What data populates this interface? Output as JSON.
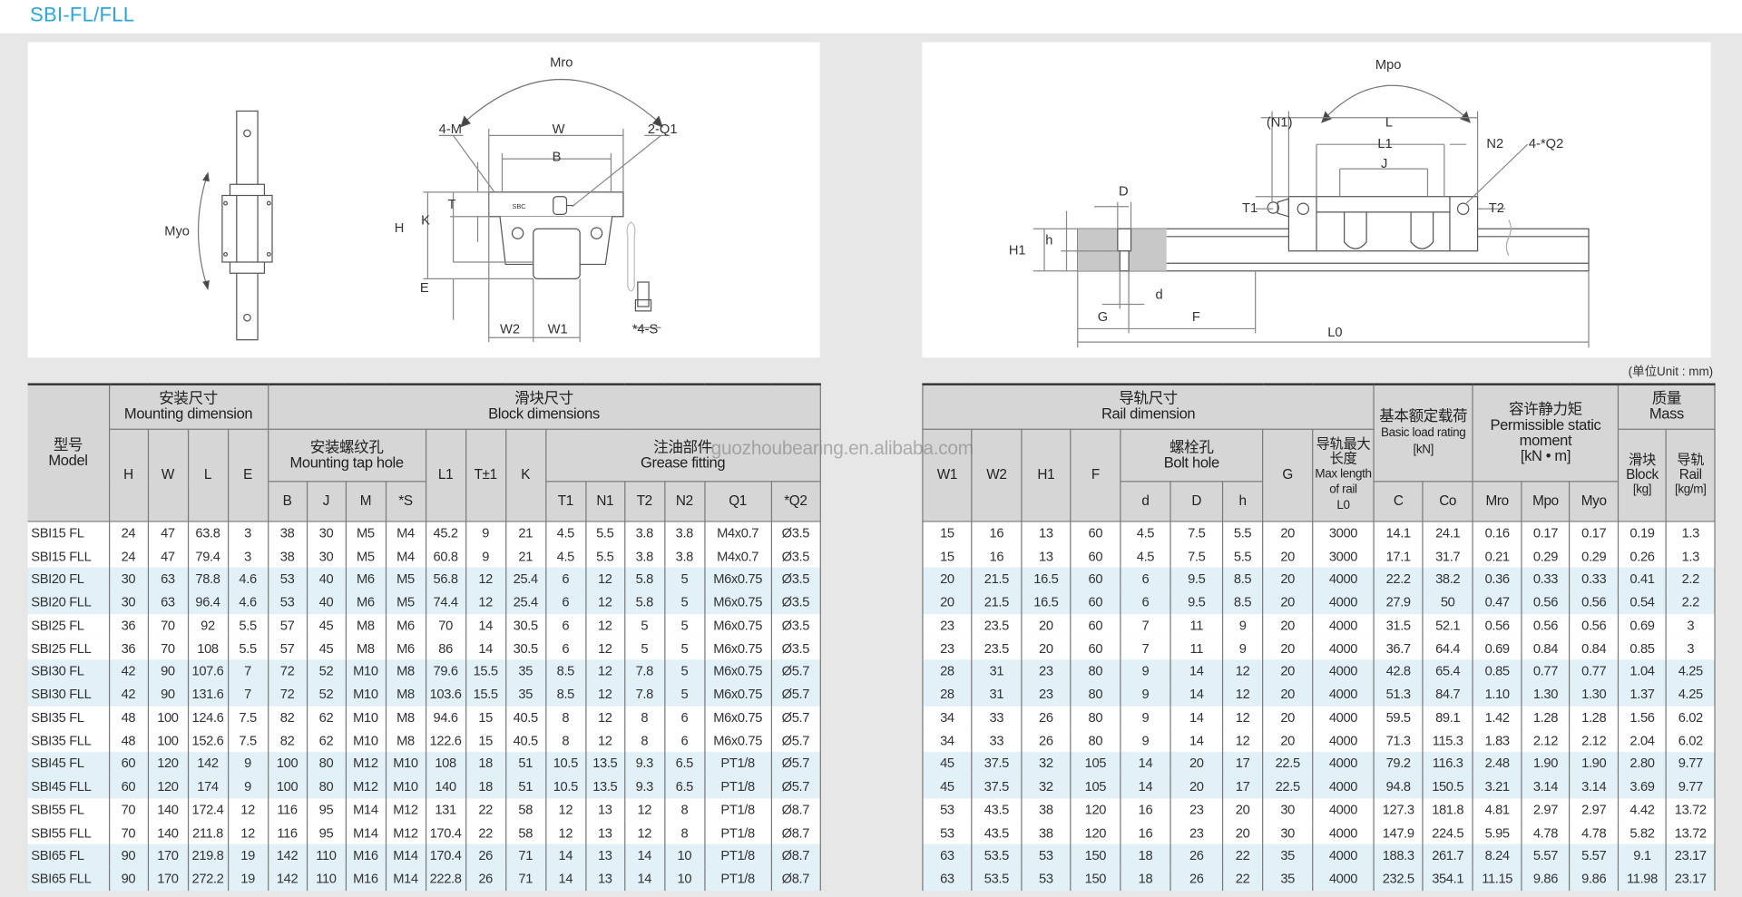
{
  "title": "SBI-FL/FLL",
  "unit_label": "(单位Unit : mm)",
  "watermark": "guozhoubearing.en.alibaba.com",
  "colors": {
    "title": "#2aa6dc",
    "header_bg": "#d6d6d6",
    "row_band": "#e2f0f8",
    "page_bg": "#e7e7e7"
  },
  "diagram_left": {
    "myo": "Myo",
    "mro": "Mro",
    "m4": "4-M",
    "w": "W",
    "q1": "2-Q1",
    "b": "B",
    "t": "T",
    "h": "H",
    "k": "K",
    "e": "E",
    "w2": "W2",
    "w1": "W1",
    "s4": "*4-S",
    "logo": "SBC"
  },
  "diagram_right": {
    "mpo": "Mpo",
    "n1": "(N1)",
    "l": "L",
    "l1": "L1",
    "n2": "N2",
    "q2": "4-*Q2",
    "j": "J",
    "d_big": "D",
    "t1": "T1",
    "t2": "T2",
    "h1": "H1",
    "h": "h",
    "d": "d",
    "g": "G",
    "f": "F",
    "l0": "L0"
  },
  "left_table": {
    "model_cn": "型号",
    "model_en": "Model",
    "mounting_cn": "安装尺寸",
    "mounting_en": "Mounting dimension",
    "block_cn": "滑块尺寸",
    "block_en": "Block dimensions",
    "tap_cn": "安装螺纹孔",
    "tap_en": "Mounting tap hole",
    "grease_cn": "注油部件",
    "grease_en": "Grease fitting",
    "cols": {
      "H": "H",
      "W": "W",
      "L": "L",
      "E": "E",
      "B": "B",
      "J": "J",
      "M": "M",
      "S": "*S",
      "L1": "L1",
      "T": "T±1",
      "K": "K",
      "T1": "T1",
      "N1": "N1",
      "T2": "T2",
      "N2": "N2",
      "Q1": "Q1",
      "Q2": "*Q2"
    },
    "rows": [
      [
        "SBI15 FL",
        "24",
        "47",
        "63.8",
        "3",
        "38",
        "30",
        "M5",
        "M4",
        "45.2",
        "9",
        "21",
        "4.5",
        "5.5",
        "3.8",
        "3.8",
        "M4x0.7",
        "Ø3.5"
      ],
      [
        "SBI15 FLL",
        "24",
        "47",
        "79.4",
        "3",
        "38",
        "30",
        "M5",
        "M4",
        "60.8",
        "9",
        "21",
        "4.5",
        "5.5",
        "3.8",
        "3.8",
        "M4x0.7",
        "Ø3.5"
      ],
      [
        "SBI20 FL",
        "30",
        "63",
        "78.8",
        "4.6",
        "53",
        "40",
        "M6",
        "M5",
        "56.8",
        "12",
        "25.4",
        "6",
        "12",
        "5.8",
        "5",
        "M6x0.75",
        "Ø3.5"
      ],
      [
        "SBI20 FLL",
        "30",
        "63",
        "96.4",
        "4.6",
        "53",
        "40",
        "M6",
        "M5",
        "74.4",
        "12",
        "25.4",
        "6",
        "12",
        "5.8",
        "5",
        "M6x0.75",
        "Ø3.5"
      ],
      [
        "SBI25 FL",
        "36",
        "70",
        "92",
        "5.5",
        "57",
        "45",
        "M8",
        "M6",
        "70",
        "14",
        "30.5",
        "6",
        "12",
        "5",
        "5",
        "M6x0.75",
        "Ø3.5"
      ],
      [
        "SBI25 FLL",
        "36",
        "70",
        "108",
        "5.5",
        "57",
        "45",
        "M8",
        "M6",
        "86",
        "14",
        "30.5",
        "6",
        "12",
        "5",
        "5",
        "M6x0.75",
        "Ø3.5"
      ],
      [
        "SBI30 FL",
        "42",
        "90",
        "107.6",
        "7",
        "72",
        "52",
        "M10",
        "M8",
        "79.6",
        "15.5",
        "35",
        "8.5",
        "12",
        "7.8",
        "5",
        "M6x0.75",
        "Ø5.7"
      ],
      [
        "SBI30 FLL",
        "42",
        "90",
        "131.6",
        "7",
        "72",
        "52",
        "M10",
        "M8",
        "103.6",
        "15.5",
        "35",
        "8.5",
        "12",
        "7.8",
        "5",
        "M6x0.75",
        "Ø5.7"
      ],
      [
        "SBI35 FL",
        "48",
        "100",
        "124.6",
        "7.5",
        "82",
        "62",
        "M10",
        "M8",
        "94.6",
        "15",
        "40.5",
        "8",
        "12",
        "8",
        "6",
        "M6x0.75",
        "Ø5.7"
      ],
      [
        "SBI35 FLL",
        "48",
        "100",
        "152.6",
        "7.5",
        "82",
        "62",
        "M10",
        "M8",
        "122.6",
        "15",
        "40.5",
        "8",
        "12",
        "8",
        "6",
        "M6x0.75",
        "Ø5.7"
      ],
      [
        "SBI45 FL",
        "60",
        "120",
        "142",
        "9",
        "100",
        "80",
        "M12",
        "M10",
        "108",
        "18",
        "51",
        "10.5",
        "13.5",
        "9.3",
        "6.5",
        "PT1/8",
        "Ø5.7"
      ],
      [
        "SBI45 FLL",
        "60",
        "120",
        "174",
        "9",
        "100",
        "80",
        "M12",
        "M10",
        "140",
        "18",
        "51",
        "10.5",
        "13.5",
        "9.3",
        "6.5",
        "PT1/8",
        "Ø5.7"
      ],
      [
        "SBI55 FL",
        "70",
        "140",
        "172.4",
        "12",
        "116",
        "95",
        "M14",
        "M12",
        "131",
        "22",
        "58",
        "12",
        "13",
        "12",
        "8",
        "PT1/8",
        "Ø8.7"
      ],
      [
        "SBI55 FLL",
        "70",
        "140",
        "211.8",
        "12",
        "116",
        "95",
        "M14",
        "M12",
        "170.4",
        "22",
        "58",
        "12",
        "13",
        "12",
        "8",
        "PT1/8",
        "Ø8.7"
      ],
      [
        "SBI65 FL",
        "90",
        "170",
        "219.8",
        "19",
        "142",
        "110",
        "M16",
        "M14",
        "170.4",
        "26",
        "71",
        "14",
        "13",
        "14",
        "10",
        "PT1/8",
        "Ø8.7"
      ],
      [
        "SBI65 FLL",
        "90",
        "170",
        "272.2",
        "19",
        "142",
        "110",
        "M16",
        "M14",
        "222.8",
        "26",
        "71",
        "14",
        "13",
        "14",
        "10",
        "PT1/8",
        "Ø8.7"
      ]
    ]
  },
  "right_table": {
    "rail_cn": "导轨尺寸",
    "rail_en": "Rail dimension",
    "load_cn": "基本额定载荷",
    "load_en": "Basic load rating",
    "load_unit": "[kN]",
    "moment_cn": "容许静力矩",
    "moment_en": "Permissible static moment",
    "moment_unit": "[kN • m]",
    "mass_cn": "质量",
    "mass_en": "Mass",
    "bolt_cn": "螺栓孔",
    "bolt_en": "Bolt hole",
    "maxlen_cn": "导轨最大长度",
    "maxlen_en": "Max length of rail",
    "maxlen_sym": "L0",
    "block_cn": "滑块",
    "block_en": "Block",
    "block_unit": "[kg]",
    "railm_cn": "导轨",
    "railm_en": "Rail",
    "railm_unit": "[kg/m]",
    "cols": {
      "W1": "W1",
      "W2": "W2",
      "H1": "H1",
      "F": "F",
      "d": "d",
      "D": "D",
      "h": "h",
      "G": "G",
      "C": "C",
      "Co": "Co",
      "Mro": "Mro",
      "Mpo": "Mpo",
      "Myo": "Myo"
    },
    "rows": [
      [
        "15",
        "16",
        "13",
        "60",
        "4.5",
        "7.5",
        "5.5",
        "20",
        "3000",
        "14.1",
        "24.1",
        "0.16",
        "0.17",
        "0.17",
        "0.19",
        "1.3"
      ],
      [
        "15",
        "16",
        "13",
        "60",
        "4.5",
        "7.5",
        "5.5",
        "20",
        "3000",
        "17.1",
        "31.7",
        "0.21",
        "0.29",
        "0.29",
        "0.26",
        "1.3"
      ],
      [
        "20",
        "21.5",
        "16.5",
        "60",
        "6",
        "9.5",
        "8.5",
        "20",
        "4000",
        "22.2",
        "38.2",
        "0.36",
        "0.33",
        "0.33",
        "0.41",
        "2.2"
      ],
      [
        "20",
        "21.5",
        "16.5",
        "60",
        "6",
        "9.5",
        "8.5",
        "20",
        "4000",
        "27.9",
        "50",
        "0.47",
        "0.56",
        "0.56",
        "0.54",
        "2.2"
      ],
      [
        "23",
        "23.5",
        "20",
        "60",
        "7",
        "11",
        "9",
        "20",
        "4000",
        "31.5",
        "52.1",
        "0.56",
        "0.56",
        "0.56",
        "0.69",
        "3"
      ],
      [
        "23",
        "23.5",
        "20",
        "60",
        "7",
        "11",
        "9",
        "20",
        "4000",
        "36.7",
        "64.4",
        "0.69",
        "0.84",
        "0.84",
        "0.85",
        "3"
      ],
      [
        "28",
        "31",
        "23",
        "80",
        "9",
        "14",
        "12",
        "20",
        "4000",
        "42.8",
        "65.4",
        "0.85",
        "0.77",
        "0.77",
        "1.04",
        "4.25"
      ],
      [
        "28",
        "31",
        "23",
        "80",
        "9",
        "14",
        "12",
        "20",
        "4000",
        "51.3",
        "84.7",
        "1.10",
        "1.30",
        "1.30",
        "1.37",
        "4.25"
      ],
      [
        "34",
        "33",
        "26",
        "80",
        "9",
        "14",
        "12",
        "20",
        "4000",
        "59.5",
        "89.1",
        "1.42",
        "1.28",
        "1.28",
        "1.56",
        "6.02"
      ],
      [
        "34",
        "33",
        "26",
        "80",
        "9",
        "14",
        "12",
        "20",
        "4000",
        "71.3",
        "115.3",
        "1.83",
        "2.12",
        "2.12",
        "2.04",
        "6.02"
      ],
      [
        "45",
        "37.5",
        "32",
        "105",
        "14",
        "20",
        "17",
        "22.5",
        "4000",
        "79.2",
        "116.3",
        "2.48",
        "1.90",
        "1.90",
        "2.80",
        "9.77"
      ],
      [
        "45",
        "37.5",
        "32",
        "105",
        "14",
        "20",
        "17",
        "22.5",
        "4000",
        "94.8",
        "150.5",
        "3.21",
        "3.14",
        "3.14",
        "3.69",
        "9.77"
      ],
      [
        "53",
        "43.5",
        "38",
        "120",
        "16",
        "23",
        "20",
        "30",
        "4000",
        "127.3",
        "181.8",
        "4.81",
        "2.97",
        "2.97",
        "4.42",
        "13.72"
      ],
      [
        "53",
        "43.5",
        "38",
        "120",
        "16",
        "23",
        "20",
        "30",
        "4000",
        "147.9",
        "224.5",
        "5.95",
        "4.78",
        "4.78",
        "5.82",
        "13.72"
      ],
      [
        "63",
        "53.5",
        "53",
        "150",
        "18",
        "26",
        "22",
        "35",
        "4000",
        "188.3",
        "261.7",
        "8.24",
        "5.57",
        "5.57",
        "9.1",
        "23.17"
      ],
      [
        "63",
        "53.5",
        "53",
        "150",
        "18",
        "26",
        "22",
        "35",
        "4000",
        "232.5",
        "354.1",
        "11.15",
        "9.86",
        "9.86",
        "11.98",
        "23.17"
      ]
    ]
  }
}
